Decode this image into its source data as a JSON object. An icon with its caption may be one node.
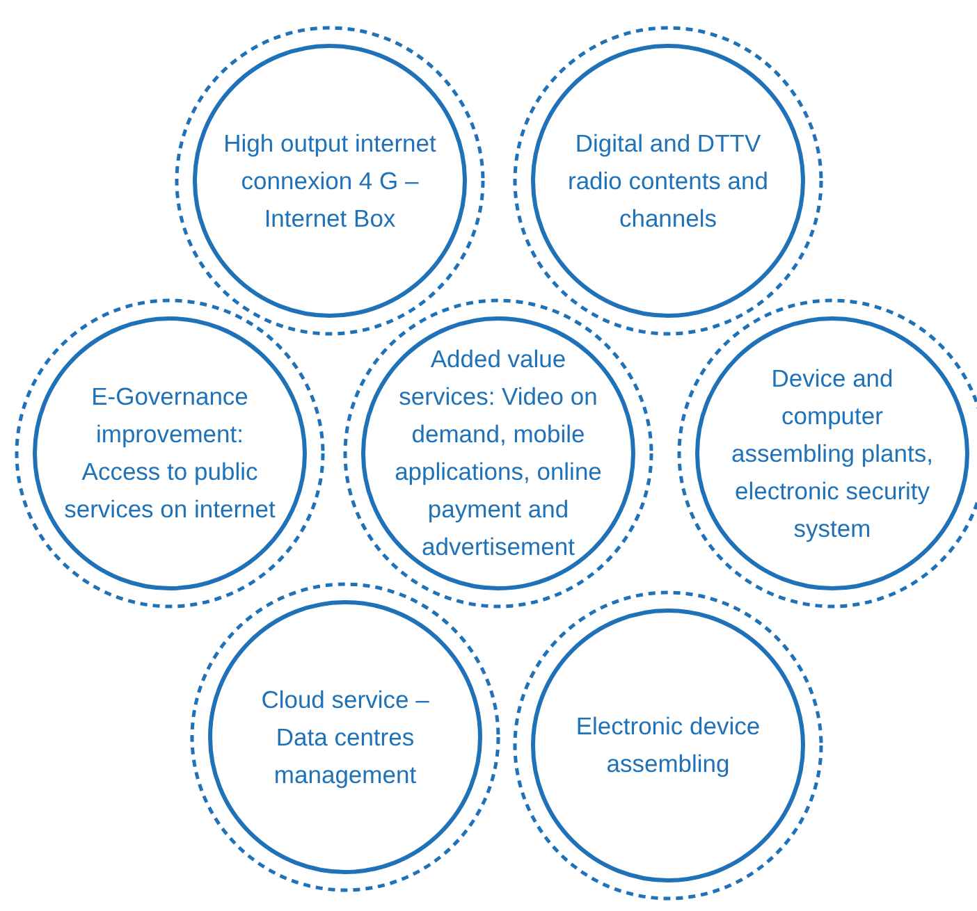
{
  "diagram": {
    "nodes": [
      {
        "text": [
          "High output internet connexion 4 G – Internet Box"
        ]
      },
      {
        "text": [
          "Digital and DTTV radio contents and channels"
        ]
      },
      {
        "text": [
          "E-Governance improvement: Access to public services on internet"
        ]
      },
      {
        "text": [
          "Added value services: Video on demand, mobile applications, online payment and advertisement"
        ]
      },
      {
        "text": [
          "Device and computer assembling plants, electronic security system"
        ]
      },
      {
        "text": [
          "Cloud service – Data centres management"
        ]
      },
      {
        "text": [
          "Electronic device assembling"
        ]
      }
    ]
  }
}
